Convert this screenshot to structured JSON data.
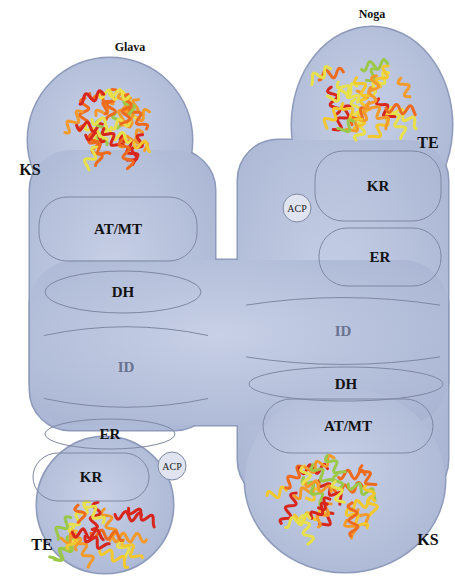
{
  "diagram": {
    "nodes": [
      {
        "text": [
          "AT/MT"
        ]
      },
      {
        "text": [
          "DH"
        ]
      },
      {
        "text": [
          "ID"
        ]
      },
      {
        "text": [
          "ER"
        ]
      },
      {
        "text": [
          "ACP"
        ]
      },
      {
        "text": [
          "KR"
        ]
      },
      {
        "text": [
          "ACP"
        ]
      },
      {
        "text": [
          "KR"
        ]
      },
      {
        "text": [
          "ER"
        ]
      },
      {
        "text": [
          "ID"
        ]
      },
      {
        "text": [
          "DH"
        ]
      },
      {
        "text": [
          "AT/MT"
        ]
      }
    ],
    "labels": [
      "Glava",
      "Noga",
      "TE",
      "KS",
      "TE",
      "KS"
    ]
  }
}
